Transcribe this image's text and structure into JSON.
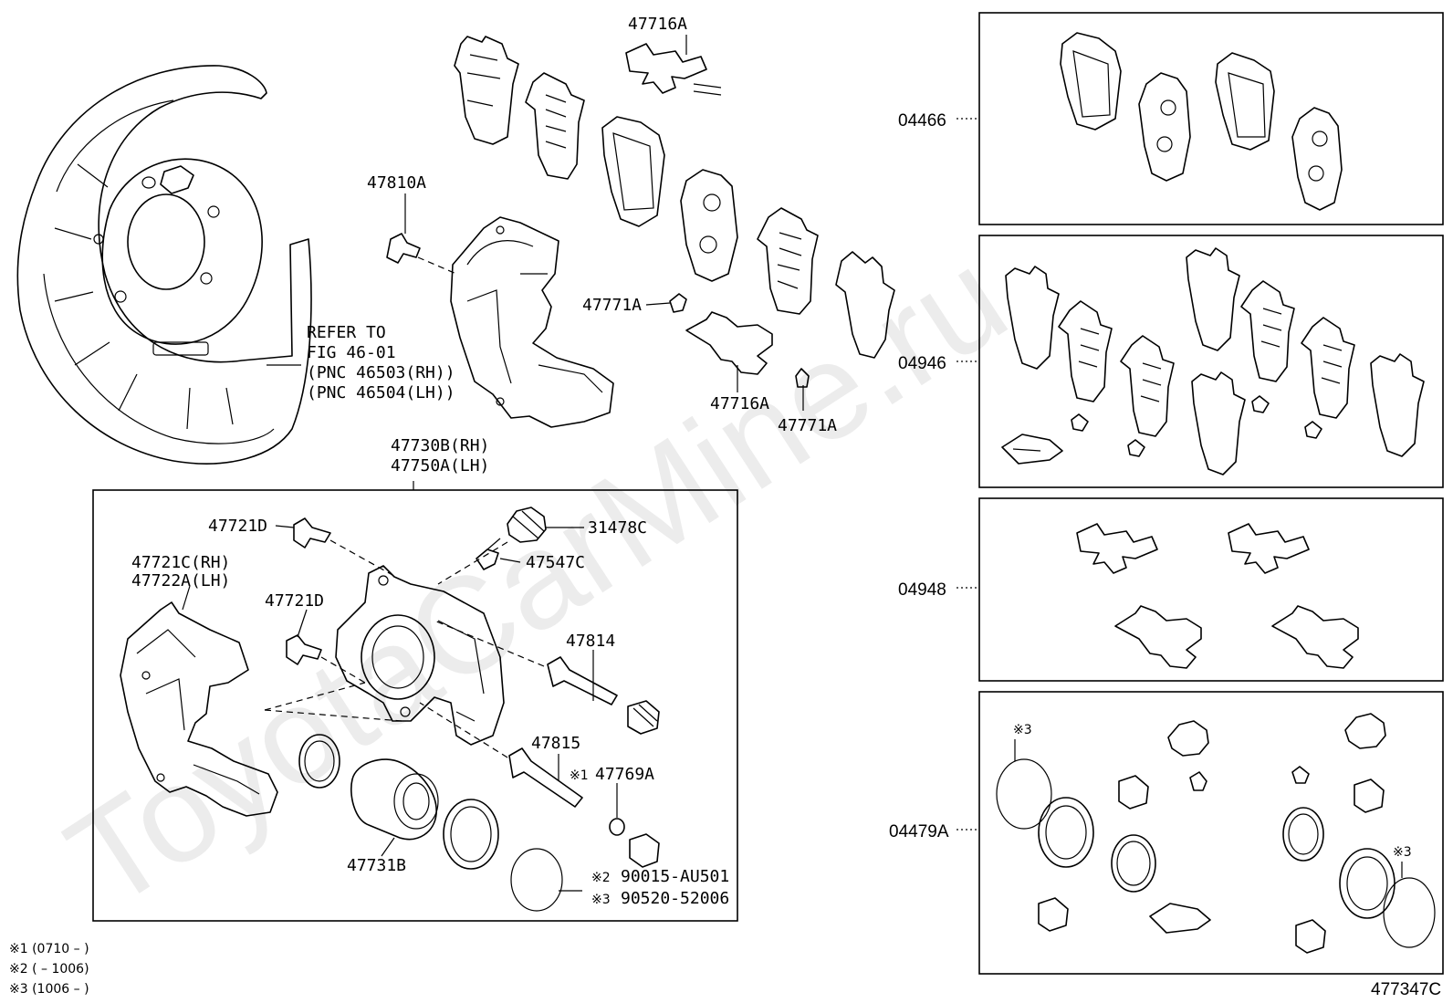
{
  "watermark": "ToyotaCarMine.ru",
  "diagram_id": "477347C",
  "notes": [
    "※1 (0710 –      )",
    "※2 (      – 1006)",
    "※3 (1006 –      )"
  ],
  "labels": {
    "l47716a_top": "47716A",
    "l47810a": "47810A",
    "l47771a_left": "47771A",
    "l47716a_mid": "47716A",
    "l47771a_right": "47771A",
    "refer_1": "REFER TO",
    "refer_2": "FIG 46-01",
    "refer_3": "(PNC 46503(RH))",
    "refer_4": "(PNC 46504(LH))",
    "l47730b": "47730B(RH)",
    "l47750a": "47750A(LH)",
    "l47721d_a": "47721D",
    "l31478c": "31478C",
    "l47547c": "47547C",
    "l47721c": "47721C(RH)",
    "l47722a": "47722A(LH)",
    "l47721d_b": "47721D",
    "l47814": "47814",
    "l47815": "47815",
    "l47769a_mark": "※1",
    "l47769a": "47769A",
    "l47731b": "47731B",
    "l90015_mark": "※2",
    "l90015": "90015-AU501",
    "l90520_mark": "※3",
    "l90520": "90520-52006",
    "k04466": "04466",
    "k04946": "04946",
    "k04948": "04948",
    "k04479a": "04479A",
    "k_mark3a": "※3",
    "k_mark3b": "※3"
  }
}
